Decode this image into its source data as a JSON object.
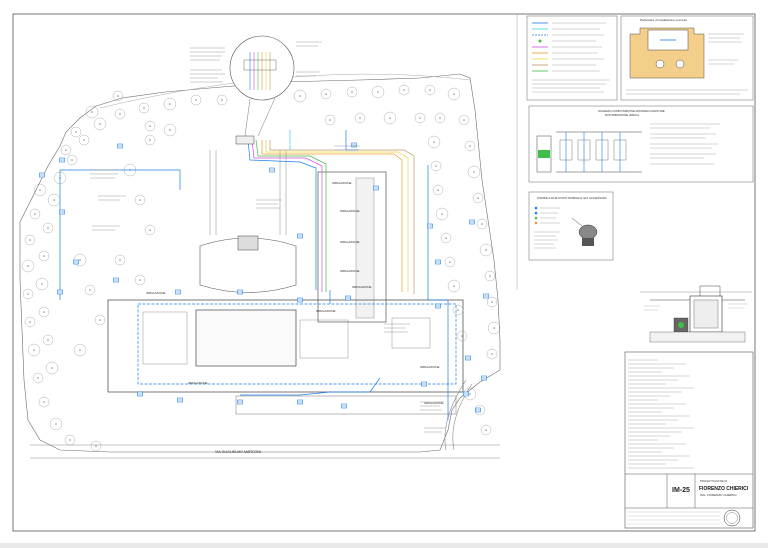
{
  "drawing": {
    "street_label": "VIA GUGLIELMO MARCONI",
    "small_labels": [
      "IRRIGAZIONE",
      "IRRIGAZIONE",
      "IRRIGAZIONE",
      "IRRIGAZIONE",
      "IRRIGAZIONE",
      "IRRIGAZIONE",
      "IRRIGAZIONE",
      "IRRIGAZIONE",
      "IRRIGAZIONE",
      "IRRIGAZIONE"
    ]
  },
  "right_panel": {
    "title_top": "Particolare di installazione pozzetto",
    "schema_title": "SCHEMA COMPOSIZIONE APPARECCHIATURE",
    "schema_subtitle": "DISTRIBUZIONE IDRICA",
    "pump_title": "POMPE A DUE POSTI MOBILE E SUI ACCESSORI"
  },
  "title_block": {
    "code": "IM-25",
    "studio_line1": "PROGETTAZIONE DI",
    "studio_name": "FIORENZO CHIERICI",
    "studio_line3": "ING. FIORENZO CHIERICI"
  },
  "colors": {
    "line": "#444444",
    "blue": "#1e7ee6",
    "cyan": "#3ad0e0",
    "magenta": "#d84fd8",
    "green": "#3fbf4a",
    "orange": "#f19a2a",
    "yellow": "#e8d640",
    "brown": "#b99a6a"
  }
}
